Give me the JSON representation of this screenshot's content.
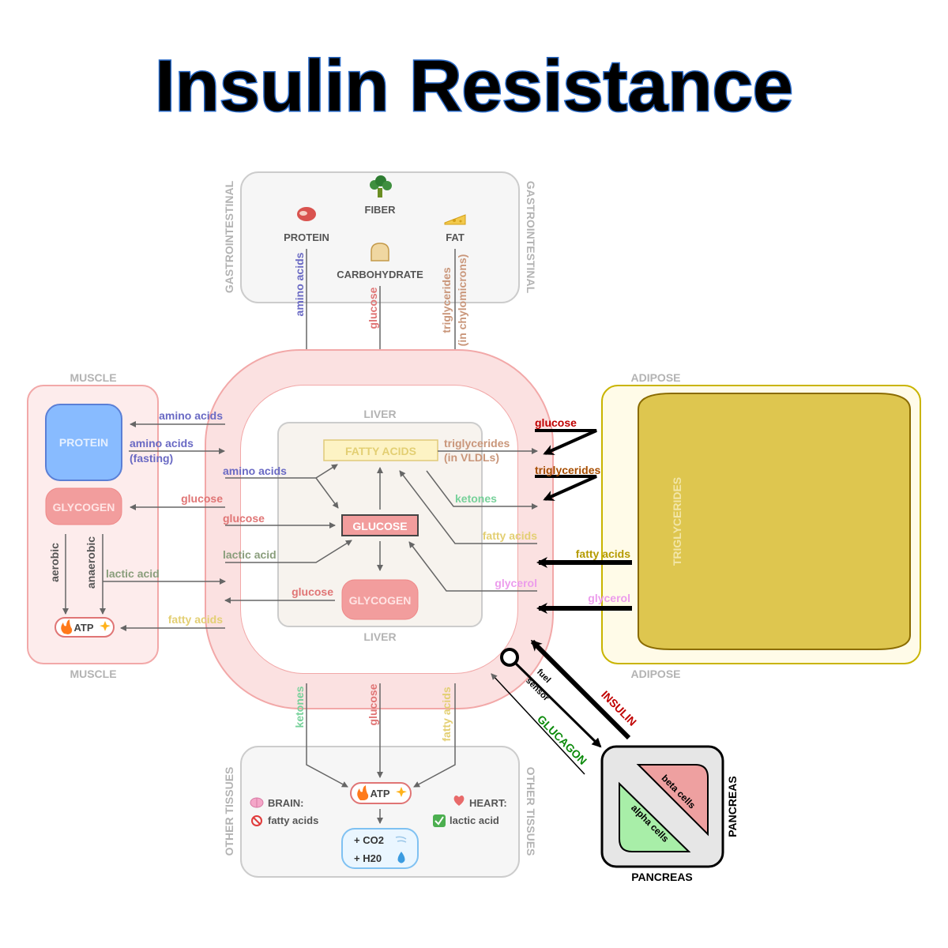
{
  "title": "Insulin Resistance",
  "regions": {
    "gastrointestinal": "GASTROINTESTINAL",
    "muscle": "MUSCLE",
    "liver": "LIVER",
    "adipose": "ADIPOSE",
    "other_tissues": "OTHER TISSUES",
    "pancreas": "PANCREAS"
  },
  "gi": {
    "fiber": "FIBER",
    "protein": "PROTEIN",
    "fat": "FAT",
    "carbohydrate": "CARBOHYDRATE"
  },
  "gi_outputs": {
    "amino_acids": "amino acids",
    "glucose": "glucose",
    "triglycerides_line1": "triglycerides",
    "triglycerides_line2": "(in chylomicrons)"
  },
  "muscle": {
    "protein": "PROTEIN",
    "glycogen": "GLYCOGEN",
    "aerobic": "aerobic",
    "anaerobic": "anaerobic",
    "atp": "ATP",
    "in_amino_acids": "amino acids",
    "out_amino_acids_line1": "amino acids",
    "out_amino_acids_line2": "(fasting)",
    "in_glucose": "glucose",
    "lactic_acid": "lactic acid",
    "fatty_acids": "fatty acids"
  },
  "liver": {
    "fatty_acids": "FATTY ACIDS",
    "glucose": "GLUCOSE",
    "glycogen": "GLYCOGEN",
    "amino_acids": "amino acids",
    "glucose_in": "glucose",
    "lactic_acid": "lactic acid",
    "glucose_out": "glucose",
    "triglycerides_line1": "triglycerides",
    "triglycerides_line2": "(in VLDLs)",
    "ketones": "ketones",
    "fatty_acids_in": "fatty acids",
    "glycerol": "glycerol"
  },
  "adipose": {
    "triglycerides": "TRIGLYCERIDES",
    "glucose": "glucose",
    "triglycerides_in": "triglycerides",
    "fatty_acids": "fatty acids",
    "glycerol": "glycerol"
  },
  "pancreas": {
    "beta_cells": "beta cells",
    "alpha_cells": "alpha cells",
    "insulin": "INSULIN",
    "glucagon": "GLUCAGON",
    "fuel": "fuel",
    "sensor": "sensor"
  },
  "other_tissues": {
    "ketones": "ketones",
    "glucose": "glucose",
    "fatty_acids": "fatty acids",
    "atp": "ATP",
    "brain": "BRAIN:",
    "brain_item": "fatty acids",
    "heart": "HEART:",
    "heart_item": "lactic acid",
    "co2": "+  CO2",
    "h2o": "+  H20"
  },
  "colors": {
    "amino_acids": "#6a6ac4",
    "glucose": "#e07575",
    "triglycerides": "#c9967a",
    "fatty_acids": "#e3cf73",
    "ketones": "#77d19a",
    "lactic_acid": "#8a9e7c",
    "glycerol": "#ec9cec",
    "adipose_fatty_acids": "#b59b00",
    "adipose_triglycerides": "#a64d00",
    "adipose_glucose": "#c00000",
    "insulin": "#c00000",
    "glucagon": "#0a8a0a"
  },
  "icons": [
    "broccoli-icon",
    "steak-icon",
    "cheese-icon",
    "bread-icon",
    "fire-icon",
    "spark-icon",
    "brain-icon",
    "heart-icon",
    "no-entry-icon",
    "check-icon",
    "dash-icon",
    "droplet-icon"
  ]
}
